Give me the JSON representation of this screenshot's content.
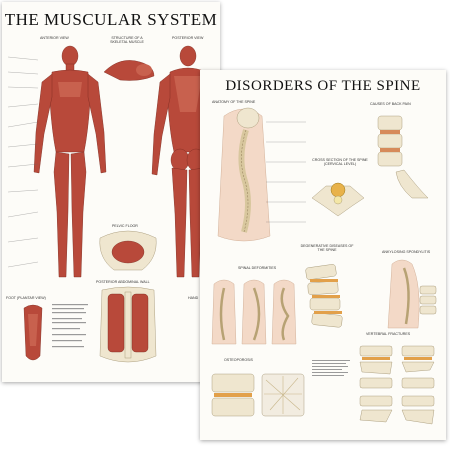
{
  "posters": {
    "muscular": {
      "title": "THE MUSCULAR SYSTEM",
      "sections": {
        "anterior": "ANTERIOR VIEW",
        "structure": "STRUCTURE OF A SKELETAL MUSCLE",
        "posterior": "POSTERIOR VIEW",
        "pelvic": "PELVIC FLOOR",
        "abdominal": "POSTERIOR ABDOMINAL WALL",
        "foot": "FOOT (PLANTAR VIEW)",
        "hand": "HAND"
      }
    },
    "spine": {
      "title": "DISORDERS OF THE SPINE",
      "sections": {
        "anatomy": "ANATOMY OF THE SPINE",
        "back_pain": "CAUSES OF BACK PAIN",
        "cross_section": "CROSS SECTION OF THE SPINE (CERVICAL LEVEL)",
        "degenerative": "DEGENERATIVE DISEASES OF THE SPINE",
        "deformities": "SPINAL DEFORMITIES",
        "spondylitis": "ANKYLOSING SPONDYLITIS",
        "fractures": "VERTEBRAL FRACTURES",
        "osteoporosis": "OSTEOPOROSIS"
      }
    }
  },
  "colors": {
    "muscle": "#b8493a",
    "bone": "#efe6cf",
    "paper": "#fdfcf8"
  }
}
